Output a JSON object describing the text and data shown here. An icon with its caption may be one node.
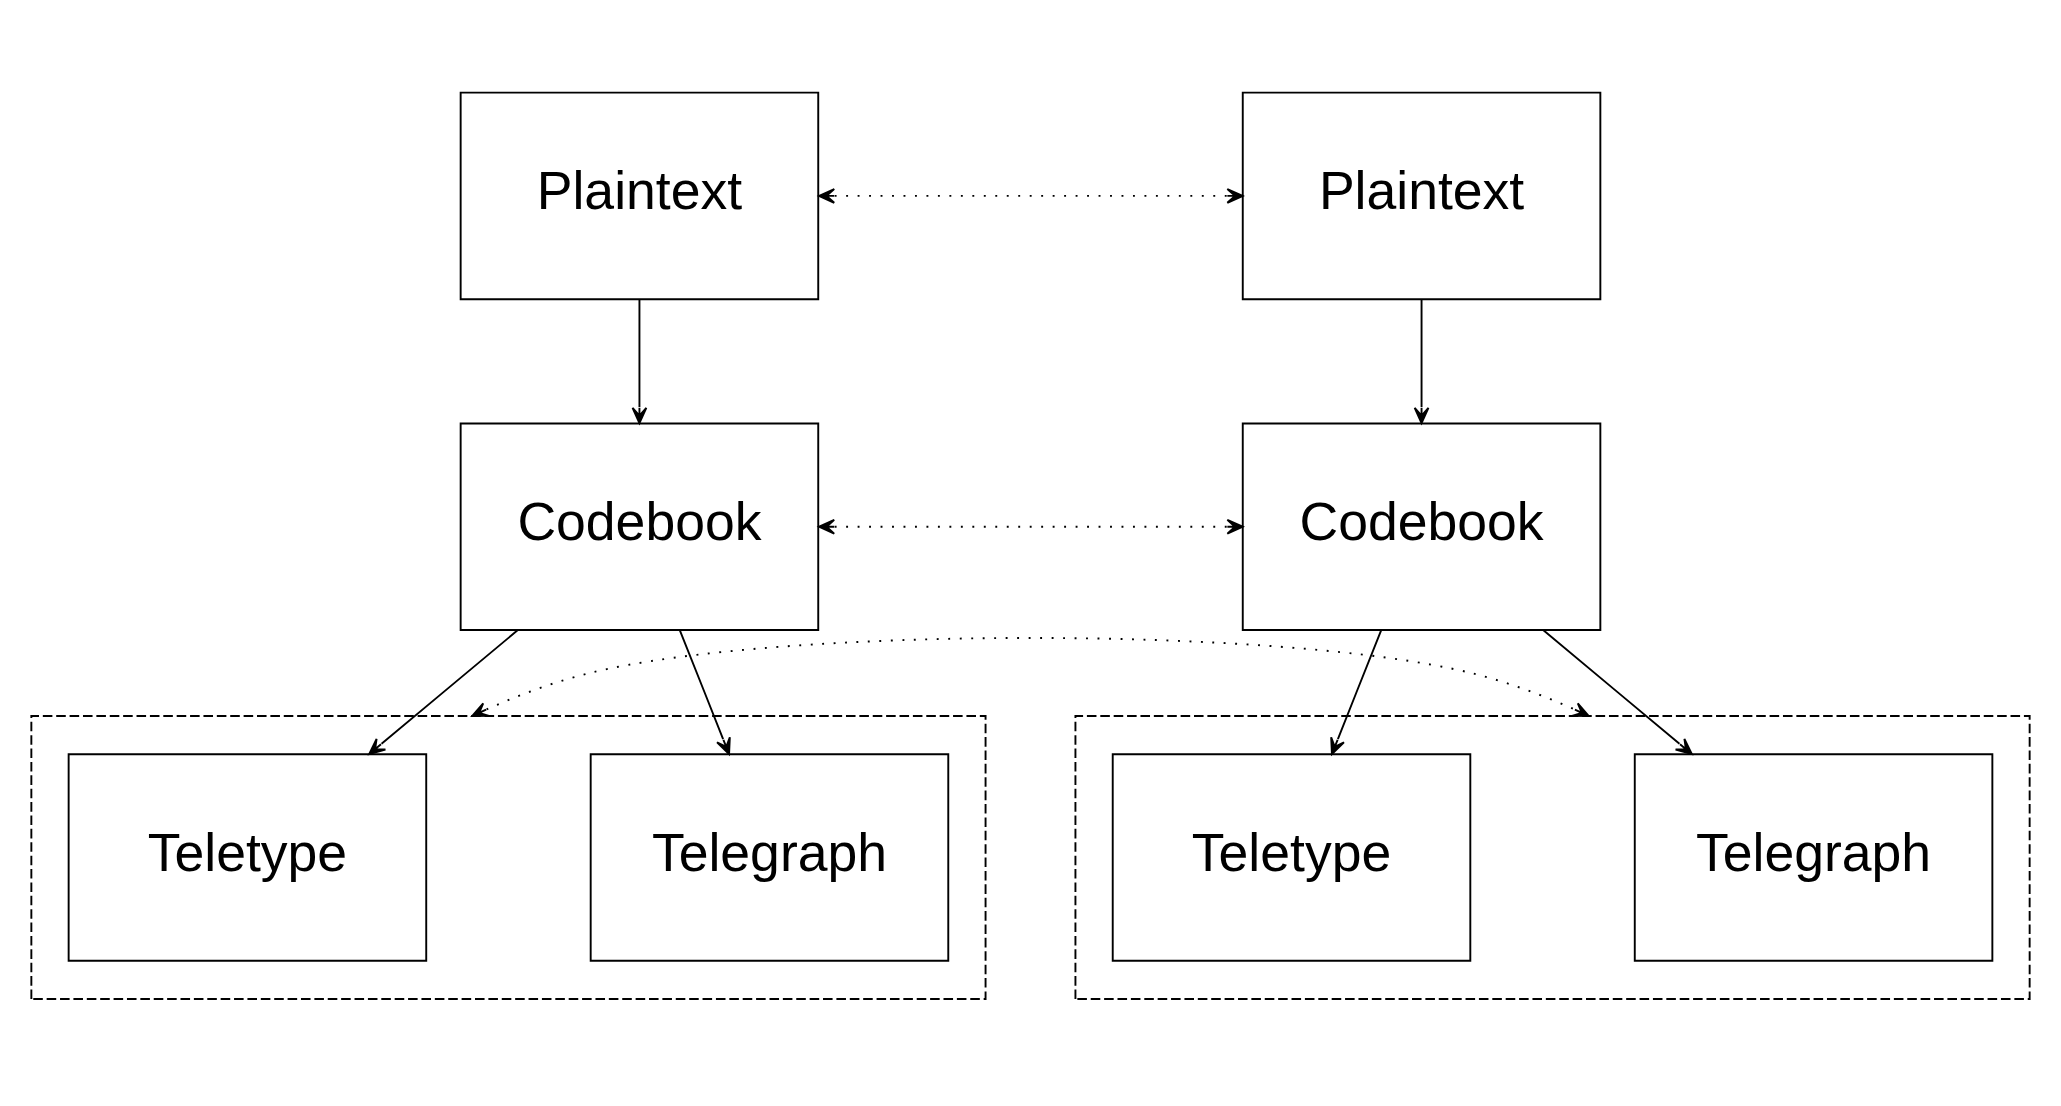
{
  "diagram": {
    "nodes": [
      {
        "text": [
          "Plaintext"
        ]
      },
      {
        "text": [
          "Plaintext"
        ]
      },
      {
        "text": [
          "Codebook"
        ]
      },
      {
        "text": [
          "Codebook"
        ]
      },
      {
        "text": [],
        "shape": "box"
      },
      {
        "text": [
          "Telegraph"
        ],
        "in": 4
      },
      {
        "text": [
          "Teletype"
        ],
        "in": 4
      },
      {
        "text": [],
        "shape": "box"
      },
      {
        "text": [
          "Telegraph"
        ],
        "in": 7
      },
      {
        "text": [
          "Teletype"
        ],
        "in": 7
      }
    ],
    "edges": [
      {
        "from": 0,
        "to": 1,
        "arrow": "both",
        "style": "dashed"
      },
      {
        "from": 0,
        "to": 2,
        "arrow": "to"
      },
      {
        "from": 1,
        "to": 3,
        "arrow": "to"
      },
      {
        "from": 2,
        "to": 3,
        "arrow": "both",
        "style": "dashed"
      },
      {
        "from": 2,
        "to": 5,
        "arrow": "to"
      },
      {
        "from": 2,
        "to": 6,
        "arrow": "to"
      },
      {
        "from": 3,
        "to": 8,
        "arrow": "to"
      },
      {
        "from": 3,
        "to": 9,
        "arrow": "to"
      },
      {
        "from": 4,
        "to": 7,
        "arrow": "both",
        "style": "dashed"
      }
    ]
  }
}
